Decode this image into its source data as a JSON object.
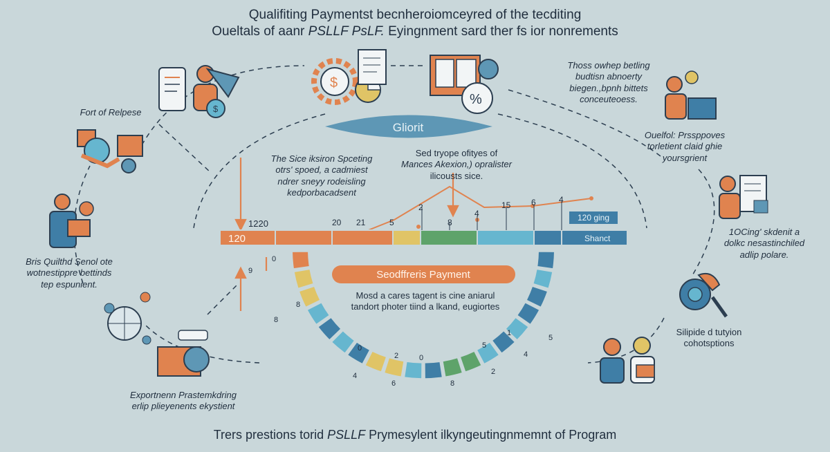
{
  "title": {
    "line1": "Qualifiting Paymentst becnheroiomceyred of the tecditing",
    "line2_pre": "Oueltals of aanr ",
    "line2_em": "PSLLF PsLF.",
    "line2_post": " Eyingnment sard ther fs ior nonrements"
  },
  "center_banner": "Gliorit",
  "mid_caption": {
    "line1": "Sed tryope ofityes of",
    "line2": "Mances Akexion,) opralister",
    "line3": "ilicousts sice."
  },
  "left_mid_caption": {
    "line1": "The Sice iksiron Spceting",
    "line2": "otrs' spoed, a cadmiest",
    "line3": "ndrer sneyy rodeisling",
    "line4": "kedporbacadsent"
  },
  "payment_pill": "Seodffreris Payment",
  "payment_caption": {
    "line1": "Mosd a cares tagent is cine aniarul",
    "line2": "tandort photer tiind a lkand, eugiortes"
  },
  "bar": {
    "start_label": "120",
    "right_label": "Shanct",
    "counter_label": "120 ging",
    "top_number": "1220"
  },
  "timeline_numbers": [
    "20",
    "21",
    "5",
    "8",
    "2",
    "4",
    "15",
    "6",
    "4"
  ],
  "arc_numbers": [
    "0",
    "9",
    "8",
    "8",
    "0",
    "2",
    "0",
    "4",
    "6",
    "8",
    "5",
    "1",
    "5",
    "4",
    "2"
  ],
  "left_captions": {
    "top": "Fort of Relpese",
    "mid_line1": "Bris Quilthd Senol ote",
    "mid_line2": "wotnestippre bettinds",
    "mid_line3": "tep espunient.",
    "bottom_line1": "Exportnenn Prastemkdring",
    "bottom_line2": "erlip plieyenents ekystient"
  },
  "right_captions": {
    "top_line1": "Thoss owhep betling",
    "top_line2": "budtisn abnoerty",
    "top_line3": "biegen.,bpnh bittets",
    "top_line4": "conceuteoess.",
    "mid_line1": "Ouelfol: Prssppoves",
    "mid_line2": "torletient claid ghie",
    "mid_line3": "yoursgrient",
    "low_line1": "1OCing' skdenit a",
    "low_line2": "dolkc nesastinchiled",
    "low_line3": "adlip polare.",
    "bottom_line1": "Silipide d tutyion",
    "bottom_line2": "cohotsptions"
  },
  "footer": {
    "pre": "Trers prestions torid ",
    "em": "PSLLF",
    "post": " Prymesylent ilkyngeutingnmemnt of Program"
  },
  "icons": [
    "phone-checklist-icon",
    "coin-person-icon",
    "gear-dollar-icon",
    "pie-chart-icon",
    "document-icon",
    "book-icon",
    "percent-icon",
    "handshake-icon",
    "person-writing-icon",
    "person-book-icon",
    "globe-network-icon",
    "laptop-person-icon",
    "person-laptop-icon",
    "person-checklist-icon",
    "magnifier-tool-icon",
    "team-icon"
  ],
  "colors": {
    "background": "#c9d7da",
    "orange": "#e0834f",
    "blue": "#3f7ea6",
    "teal": "#66b6cf",
    "green": "#5ea36a",
    "yellow": "#e0c466",
    "navy": "#2c3e50",
    "banner_blue": "#5e97b5"
  }
}
